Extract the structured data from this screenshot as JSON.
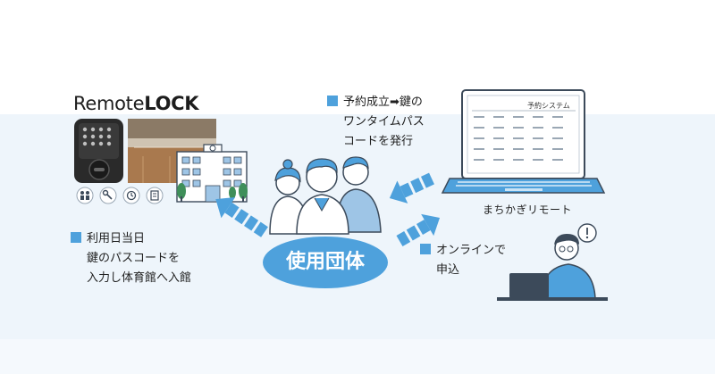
{
  "brand": {
    "name_part1": "Remote",
    "name_part2": "LOCK"
  },
  "captions": {
    "issue_code": [
      "予約成立➡鍵の",
      "ワンタイムパス",
      "コードを発行"
    ],
    "enter_code": [
      "利用日当日",
      "鍵のパスコードを",
      "入力し体育館へ入館"
    ],
    "apply_online": [
      "オンラインで",
      "申込"
    ]
  },
  "center_label": "使用団体",
  "laptop": {
    "system_title": "予約システム",
    "service_name": "まちかぎリモート"
  },
  "icons": [
    "people-icon",
    "key-icon",
    "clock-icon",
    "document-icon"
  ],
  "colors": {
    "accent": "#4ea1dc",
    "band": "#eef5fb",
    "lock_text": "#1d1d1d"
  }
}
